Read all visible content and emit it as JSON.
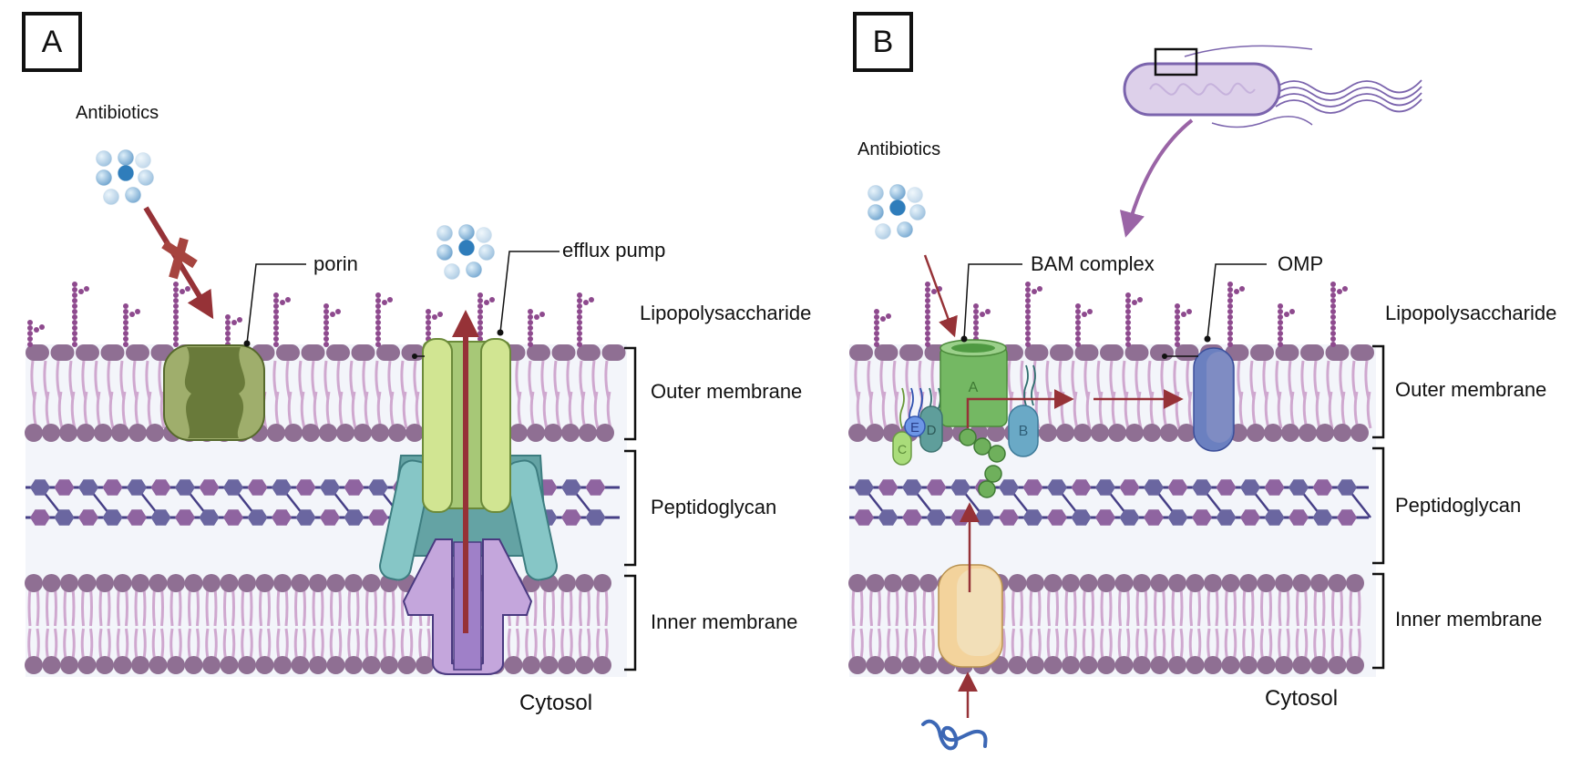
{
  "figure": {
    "panels": [
      {
        "id": "A",
        "label": "A",
        "antibiotics_label": "Antibiotics",
        "callouts": {
          "porin": "porin",
          "efflux_pump": "efflux pump"
        },
        "layers": {
          "lipopolysaccharide": "Lipopolysaccharide",
          "outer_membrane": "Outer membrane",
          "peptidoglycan": "Peptidoglycan",
          "inner_membrane": "Inner membrane",
          "cytosol": "Cytosol"
        },
        "arrows": [
          {
            "name": "blocked-entry-arrow",
            "meaning": "antibiotic entry blocked at porin",
            "blocked": true
          },
          {
            "name": "efflux-arrow",
            "meaning": "antibiotic expelled through efflux pump",
            "blocked": false
          }
        ]
      },
      {
        "id": "B",
        "label": "B",
        "antibiotics_label": "Antibiotics",
        "callouts": {
          "bam_complex": "BAM complex",
          "omp": "OMP"
        },
        "bam_subunits": [
          "A",
          "B",
          "C",
          "D",
          "E"
        ],
        "layers": {
          "lipopolysaccharide": "Lipopolysaccharide",
          "outer_membrane": "Outer membrane",
          "peptidoglycan": "Peptidoglycan",
          "inner_membrane": "Inner membrane",
          "cytosol": "Cytosol"
        },
        "arrows": [
          {
            "name": "antibiotic-to-bam-arrow",
            "meaning": "antibiotic targets BAM complex"
          },
          {
            "name": "zoom-from-bacterium-arrow",
            "meaning": "zoom into bacterial envelope"
          },
          {
            "name": "omp-insertion-arrow",
            "meaning": "OMP inserted into outer membrane"
          },
          {
            "name": "translocation-arrow",
            "meaning": "unfolded OMP translocated across inner membrane"
          }
        ]
      }
    ],
    "colors": {
      "lipid_head": "#8f6f93",
      "lipid_tail": "#cfa8cf",
      "lps": "#8e4a8e",
      "membrane_bg": "#f3f5fa",
      "pg_purple": "#8f64a0",
      "pg_blue": "#6a66a0",
      "pg_link": "#463f86",
      "arrow_red": "#963237",
      "porin_dark": "#697a3a",
      "porin_light": "#9fae6c",
      "efflux_green": "#d1e592",
      "efflux_teal": "#86c6c6",
      "efflux_purple": "#c4a6dc",
      "bam_green": "#74b863",
      "bam_b": "#6aa9c6",
      "bam_c": "#a9dc7a",
      "bam_d": "#5f9e9b",
      "bam_e": "#6d96e6",
      "omp_blue": "#6b80c0",
      "translocon": "#f3d39c",
      "bacterium": "#ddd0ea",
      "bacterium_edge": "#7b64ad",
      "zoom_arrow": "#9a64a6",
      "antibiotic_blue": "#5a9fd4"
    }
  }
}
